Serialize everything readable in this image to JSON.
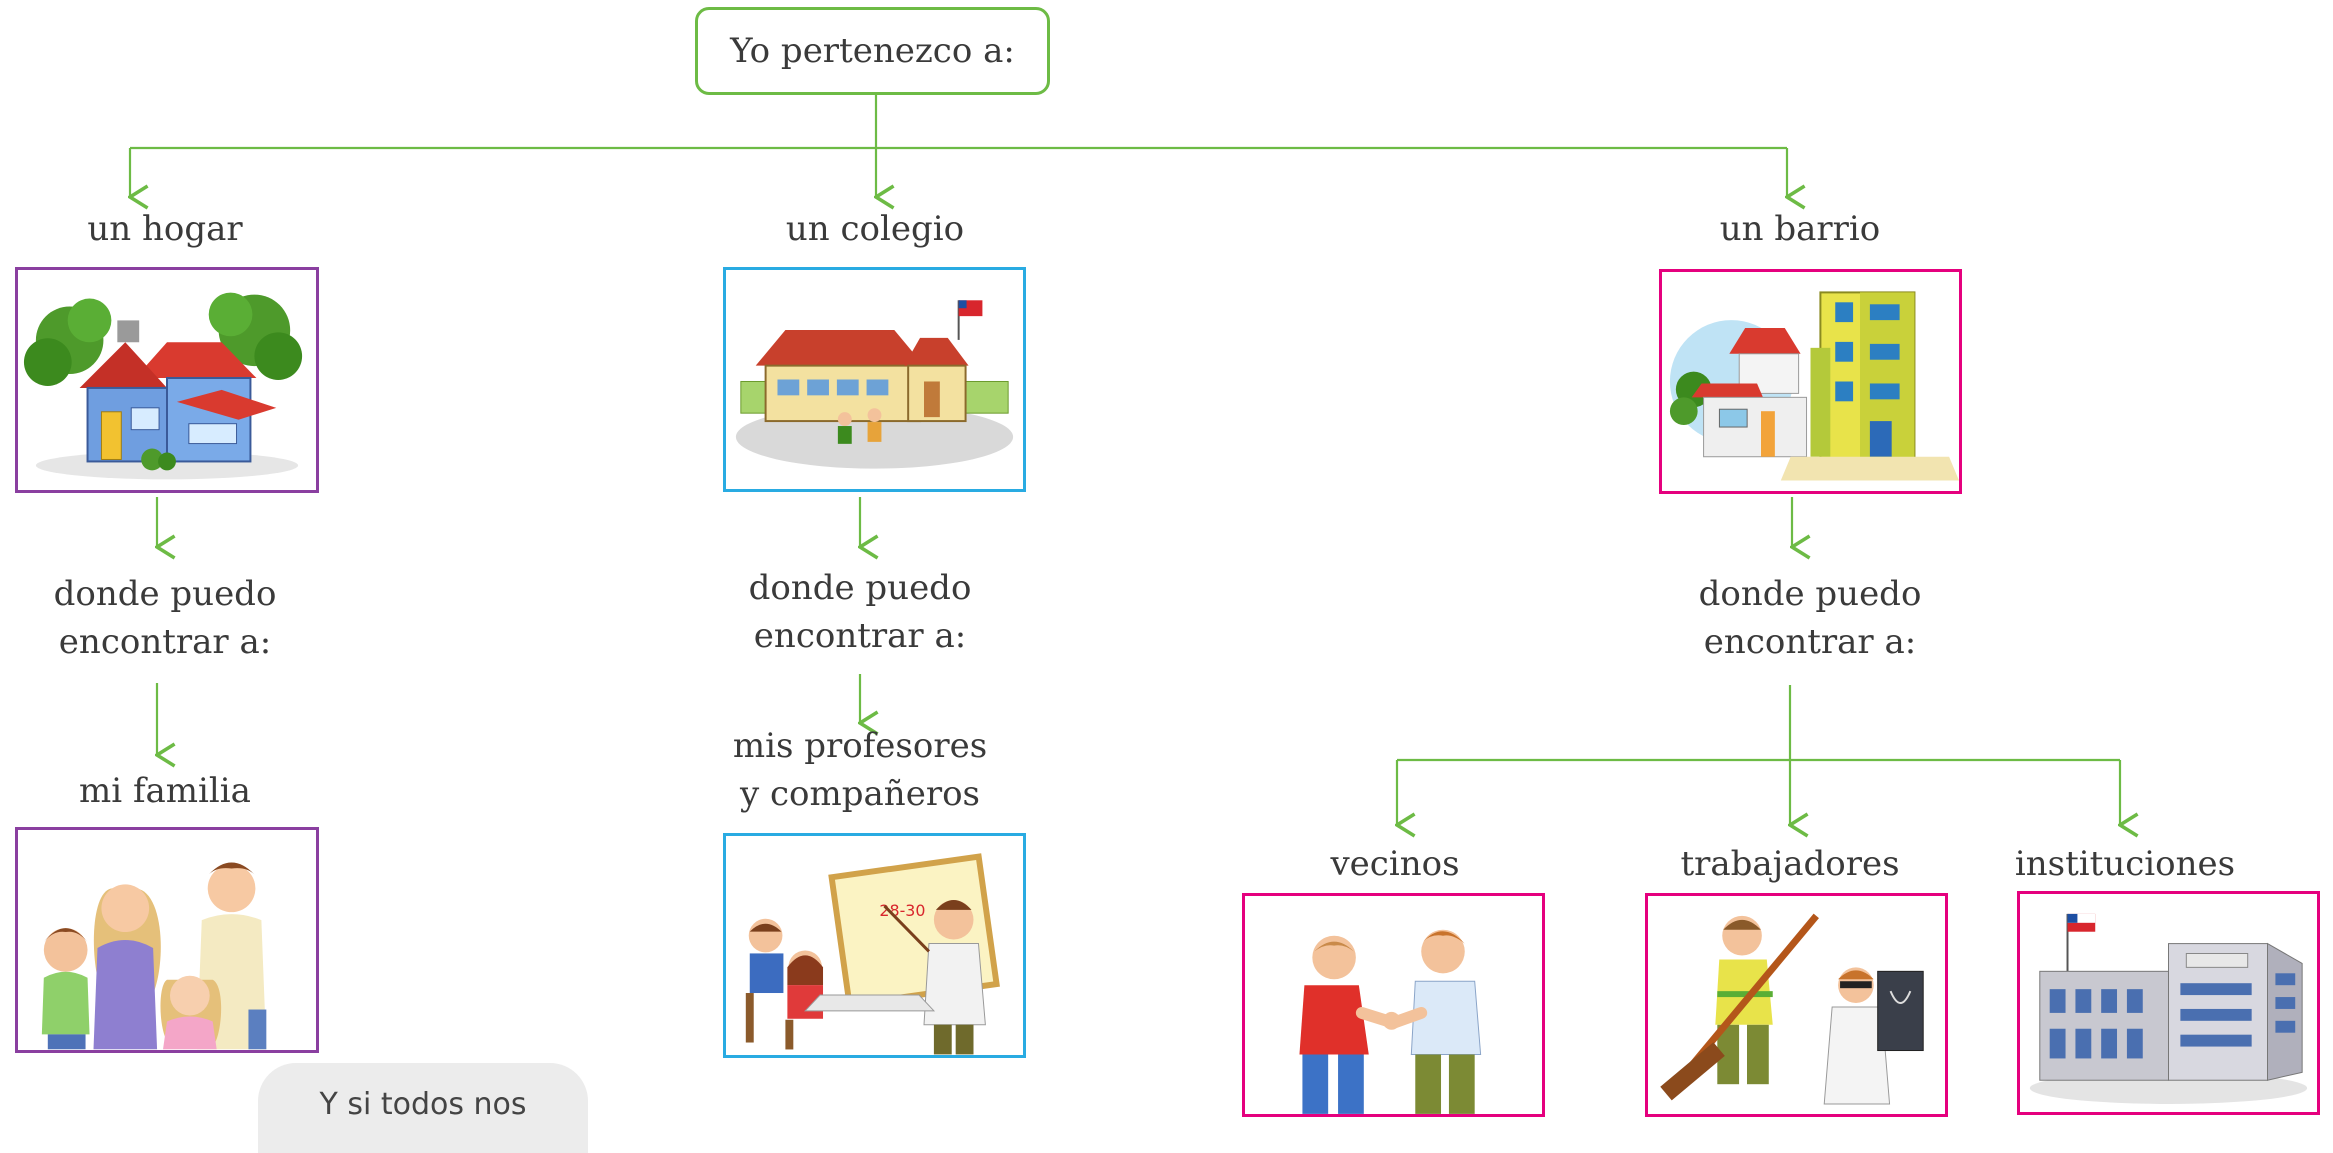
{
  "root": {
    "label": "Yo pertenezco a:"
  },
  "connector_text": "donde puedo encontrar a:",
  "colors": {
    "line": "#6dbb45",
    "hogar_border": "#8a3fa0",
    "colegio_border": "#29abe2",
    "barrio_border": "#e5007e"
  },
  "branches": {
    "hogar": {
      "title": "un hogar",
      "connector_line1": "donde puedo",
      "connector_line2": "encontrar a:",
      "result": "mi familia",
      "image": "house-illustration",
      "result_image": "family-illustration"
    },
    "colegio": {
      "title": "un colegio",
      "connector_line1": "donde puedo",
      "connector_line2": "encontrar a:",
      "result_line1": "mis profesores",
      "result_line2": "y compañeros",
      "image": "school-illustration",
      "result_image": "classroom-illustration"
    },
    "barrio": {
      "title": "un barrio",
      "connector_line1": "donde puedo",
      "connector_line2": "encontrar a:",
      "image": "neighborhood-buildings-illustration",
      "children": [
        {
          "label": "vecinos",
          "image": "neighbors-handshake-illustration"
        },
        {
          "label": "trabajadores",
          "image": "workers-illustration"
        },
        {
          "label": "instituciones",
          "image": "municipal-building-illustration"
        }
      ]
    }
  },
  "speech_bubble": {
    "text": "Y si todos nos"
  }
}
